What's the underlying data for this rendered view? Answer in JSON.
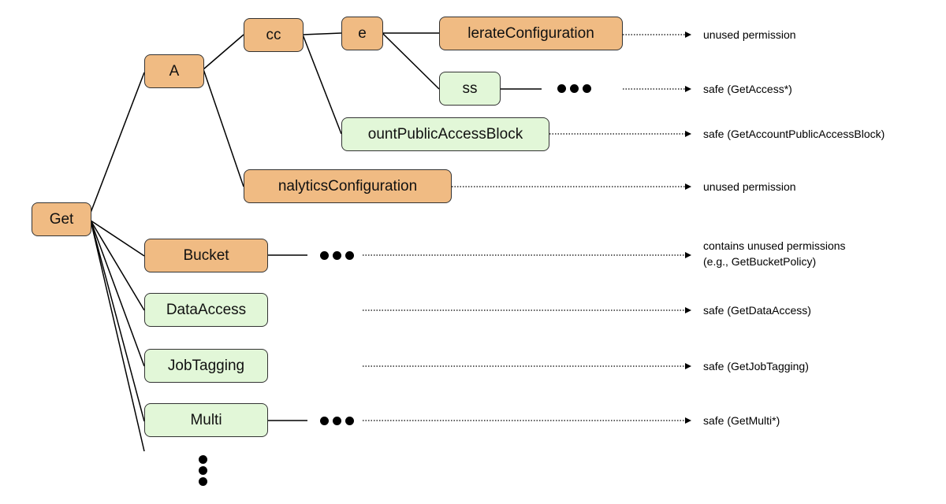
{
  "colors": {
    "unused_fill": "#f0bb83",
    "safe_fill": "#e2f7d8",
    "border": "#333333",
    "line": "#000000"
  },
  "nodes": {
    "get": {
      "label": "Get",
      "status": "unused"
    },
    "a": {
      "label": "A",
      "status": "unused"
    },
    "cc": {
      "label": "cc",
      "status": "unused"
    },
    "e": {
      "label": "e",
      "status": "unused"
    },
    "lerate_configuration": {
      "label": "lerateConfiguration",
      "status": "unused"
    },
    "ss": {
      "label": "ss",
      "status": "safe"
    },
    "ount_public_access_block": {
      "label": "ountPublicAccessBlock",
      "status": "safe"
    },
    "nalytics_configuration": {
      "label": "nalyticsConfiguration",
      "status": "unused"
    },
    "bucket": {
      "label": "Bucket",
      "status": "unused"
    },
    "data_access": {
      "label": "DataAccess",
      "status": "safe"
    },
    "job_tagging": {
      "label": "JobTagging",
      "status": "safe"
    },
    "multi": {
      "label": "Multi",
      "status": "safe"
    }
  },
  "outcomes": {
    "lerate_configuration": "unused permission",
    "ss": "safe (GetAccess*)",
    "ount_public_access_block": "safe (GetAccountPublicAccessBlock)",
    "nalytics_configuration": "unused permission",
    "bucket_line1": "contains unused permissions",
    "bucket_line2": "(e.g., GetBucketPolicy)",
    "data_access": "safe (GetDataAccess)",
    "job_tagging": "safe (GetJobTagging)",
    "multi": "safe (GetMulti*)"
  }
}
